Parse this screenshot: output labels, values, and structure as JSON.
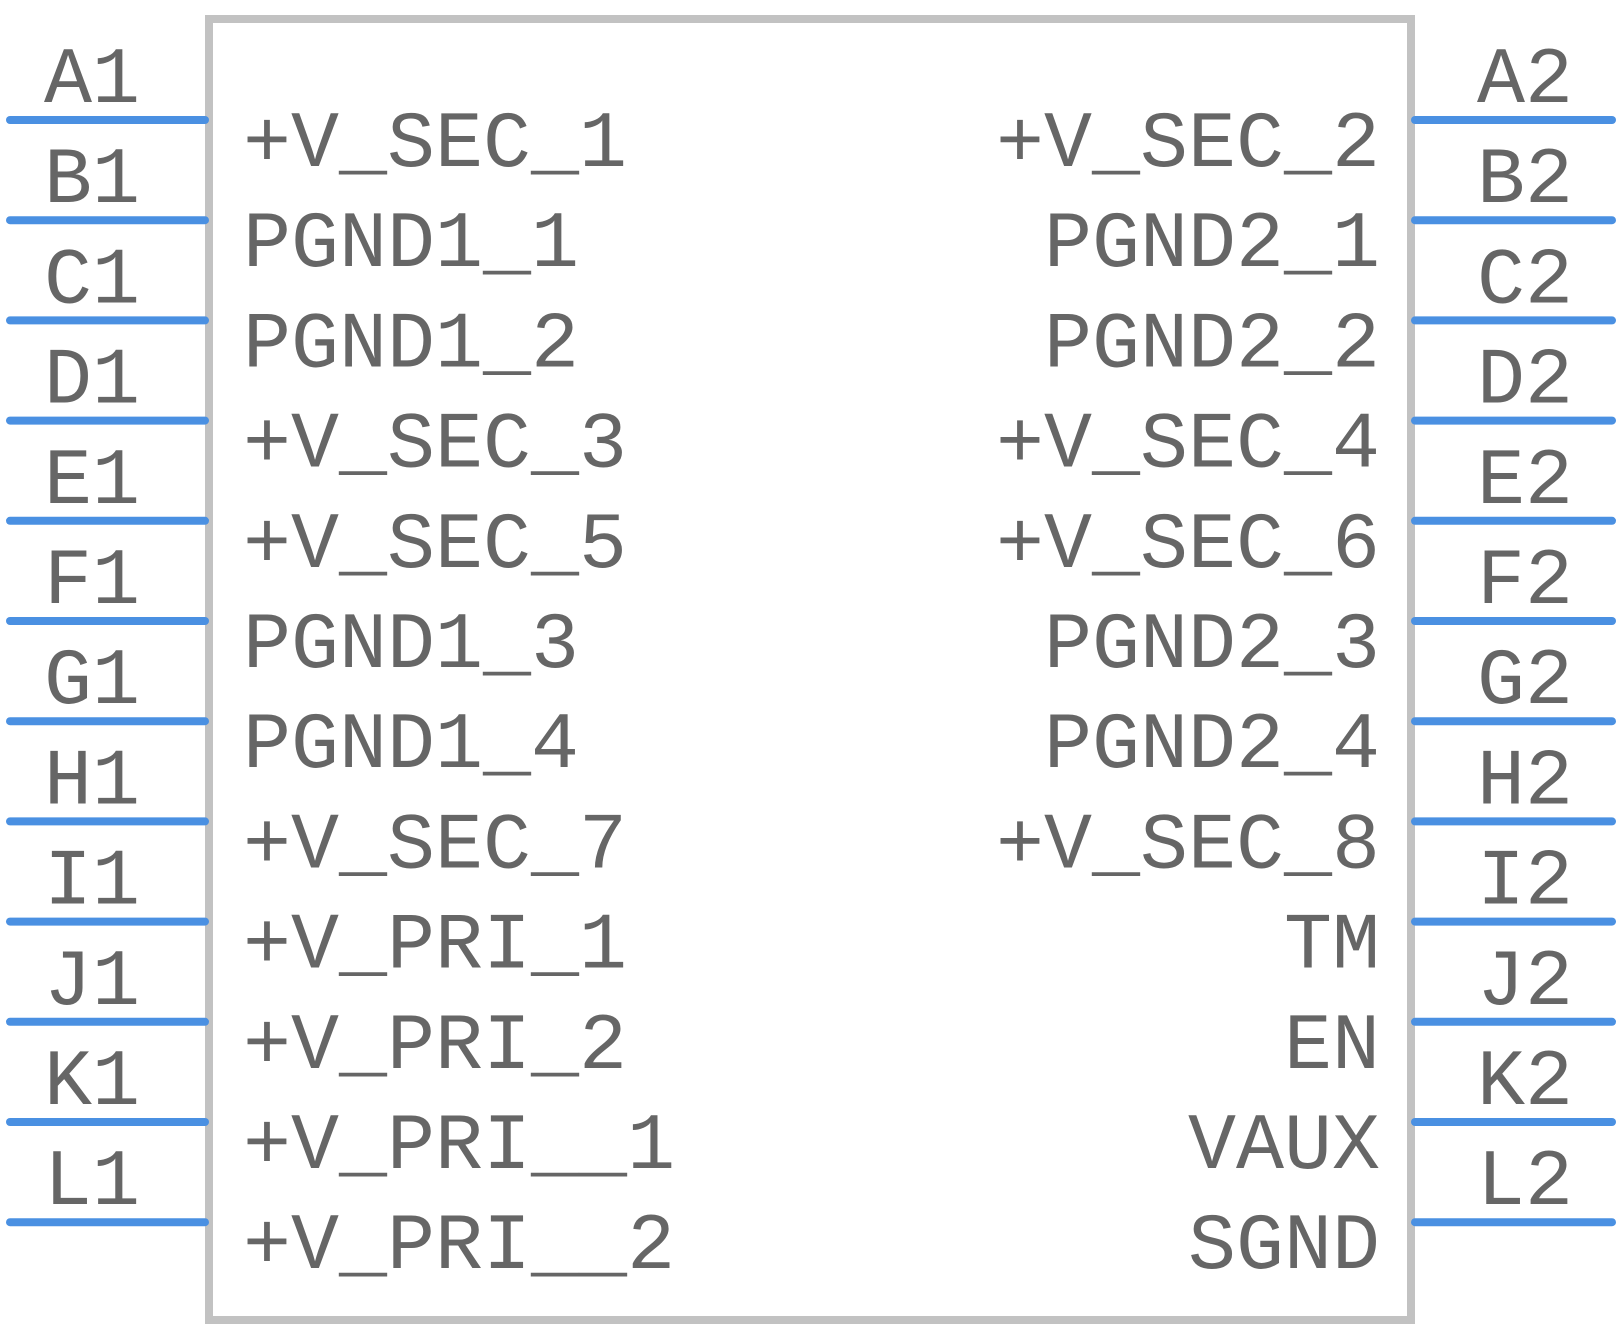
{
  "colors": {
    "body_outline": "#c2c2c2",
    "pin_line": "#4a90e2",
    "text": "#666666",
    "background": "#ffffff"
  },
  "left_pins": [
    {
      "number": "A1",
      "name": "+V_SEC_1"
    },
    {
      "number": "B1",
      "name": "PGND1_1"
    },
    {
      "number": "C1",
      "name": "PGND1_2"
    },
    {
      "number": "D1",
      "name": "+V_SEC_3"
    },
    {
      "number": "E1",
      "name": "+V_SEC_5"
    },
    {
      "number": "F1",
      "name": "PGND1_3"
    },
    {
      "number": "G1",
      "name": "PGND1_4"
    },
    {
      "number": "H1",
      "name": "+V_SEC_7"
    },
    {
      "number": "I1",
      "name": "+V_PRI_1"
    },
    {
      "number": "J1",
      "name": "+V_PRI_2"
    },
    {
      "number": "K1",
      "name": "+V_PRI__1"
    },
    {
      "number": "L1",
      "name": "+V_PRI__2"
    }
  ],
  "right_pins": [
    {
      "number": "A2",
      "name": "+V_SEC_2"
    },
    {
      "number": "B2",
      "name": "PGND2_1"
    },
    {
      "number": "C2",
      "name": "PGND2_2"
    },
    {
      "number": "D2",
      "name": "+V_SEC_4"
    },
    {
      "number": "E2",
      "name": "+V_SEC_6"
    },
    {
      "number": "F2",
      "name": "PGND2_3"
    },
    {
      "number": "G2",
      "name": "PGND2_4"
    },
    {
      "number": "H2",
      "name": "+V_SEC_8"
    },
    {
      "number": "I2",
      "name": "TM"
    },
    {
      "number": "J2",
      "name": "EN"
    },
    {
      "number": "K2",
      "name": "VAUX"
    },
    {
      "number": "L2",
      "name": "SGND"
    }
  ]
}
